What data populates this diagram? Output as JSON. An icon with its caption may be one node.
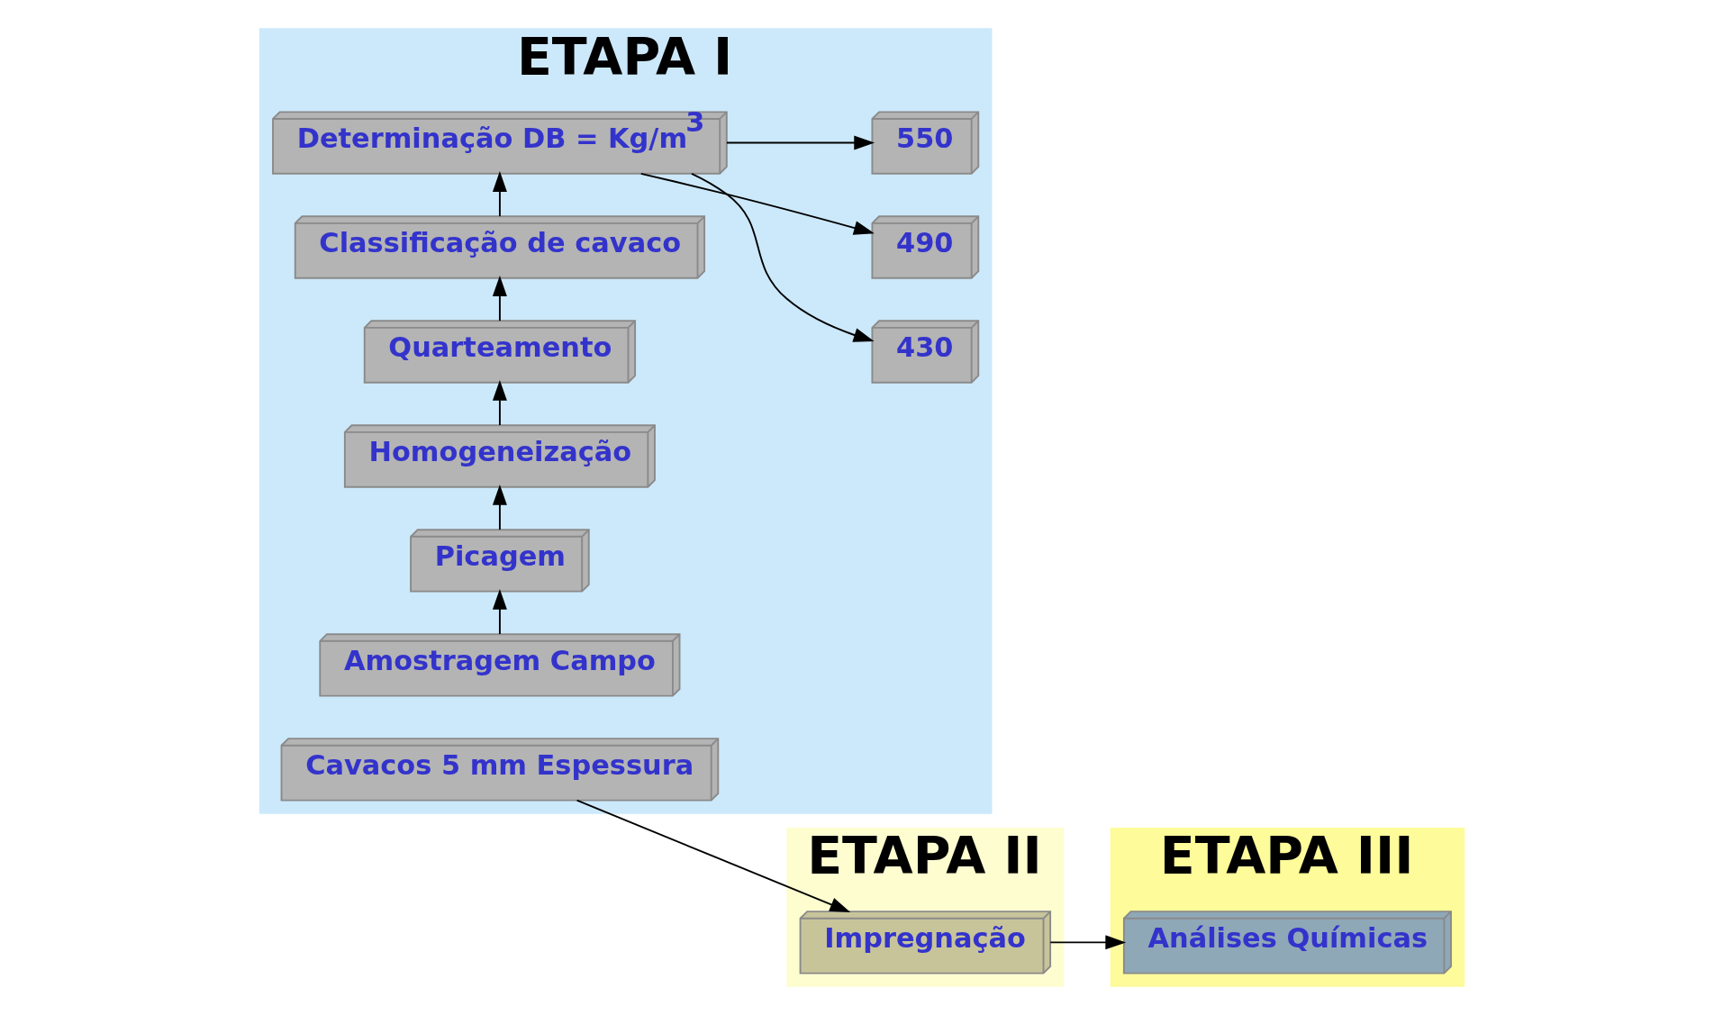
{
  "diagram": {
    "nodes": [
      {
        "text": [
          "ETAPA I"
        ]
      },
      {
        "text": [
          "Amostragem Campo"
        ],
        "in": 0
      },
      {
        "text": [
          "Picagem"
        ],
        "in": 0
      },
      {
        "text": [
          "Homogeneização"
        ],
        "in": 0
      },
      {
        "text": [
          "Quarteamento"
        ],
        "in": 0
      },
      {
        "text": [
          "Classificação de cavaco"
        ],
        "in": 0
      },
      {
        "text": [
          "Determinação DB = Kg/m$^{3}$"
        ],
        "in": 0
      },
      {
        "text": [
          "430"
        ],
        "in": 0
      },
      {
        "text": [
          "490"
        ],
        "in": 0
      },
      {
        "text": [
          "550"
        ],
        "in": 0
      },
      {
        "text": [
          "Cavacos 5 mm Espessura"
        ],
        "in": 0
      },
      {
        "text": [
          "ETAPA II"
        ]
      },
      {
        "text": [
          "Impregnação"
        ],
        "in": 11
      },
      {
        "text": [
          "ETAPA III"
        ]
      },
      {
        "text": [
          "Análises Químicas"
        ],
        "in": 13
      }
    ],
    "edges": [
      {
        "from": 1,
        "to": 2,
        "arrow": "to"
      },
      {
        "from": 2,
        "to": 3,
        "arrow": "to"
      },
      {
        "from": 3,
        "to": 4,
        "arrow": "to"
      },
      {
        "from": 4,
        "to": 5,
        "arrow": "to"
      },
      {
        "from": 5,
        "to": 6,
        "arrow": "to"
      },
      {
        "from": 6,
        "to": 7,
        "arrow": "to"
      },
      {
        "from": 6,
        "to": 8,
        "arrow": "to"
      },
      {
        "from": 6,
        "to": 9,
        "arrow": "to"
      },
      {
        "from": 10,
        "to": 12,
        "arrow": "to"
      },
      {
        "from": 12,
        "to": 14,
        "arrow": "to"
      }
    ]
  }
}
